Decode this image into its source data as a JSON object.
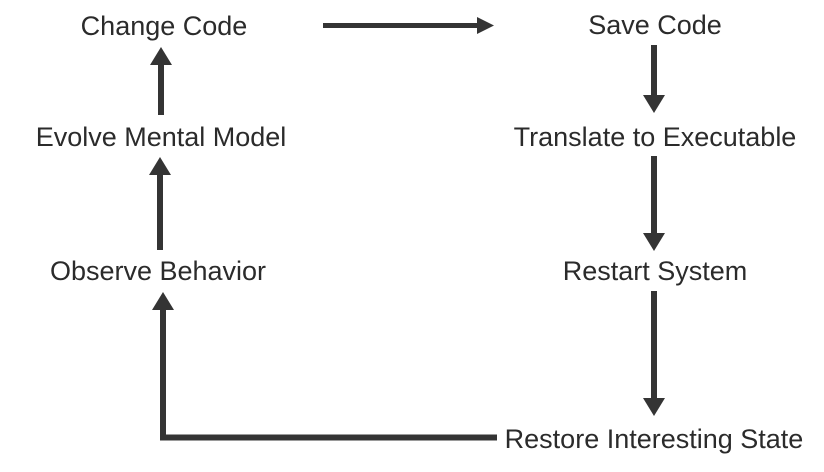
{
  "diagram": {
    "type": "flow-cycle",
    "colors": {
      "background": "#ffffff",
      "text": "#2b2b2b",
      "arrow": "#343434"
    },
    "nodes": {
      "change_code": {
        "label": "Change Code"
      },
      "save_code": {
        "label": "Save Code"
      },
      "translate_to_executable": {
        "label": "Translate to Executable"
      },
      "restart_system": {
        "label": "Restart System"
      },
      "restore_interesting_state": {
        "label": "Restore Interesting State"
      },
      "observe_behavior": {
        "label": "Observe Behavior"
      },
      "evolve_mental_model": {
        "label": "Evolve Mental Model"
      }
    },
    "edges": [
      {
        "from": "Change Code",
        "to": "Save Code",
        "direction": "right"
      },
      {
        "from": "Save Code",
        "to": "Translate to Executable",
        "direction": "down"
      },
      {
        "from": "Translate to Executable",
        "to": "Restart System",
        "direction": "down"
      },
      {
        "from": "Restart System",
        "to": "Restore Interesting State",
        "direction": "down"
      },
      {
        "from": "Restore Interesting State",
        "to": "Observe Behavior",
        "direction": "left-then-up"
      },
      {
        "from": "Observe Behavior",
        "to": "Evolve Mental Model",
        "direction": "up"
      },
      {
        "from": "Evolve Mental Model",
        "to": "Change Code",
        "direction": "up"
      }
    ]
  }
}
